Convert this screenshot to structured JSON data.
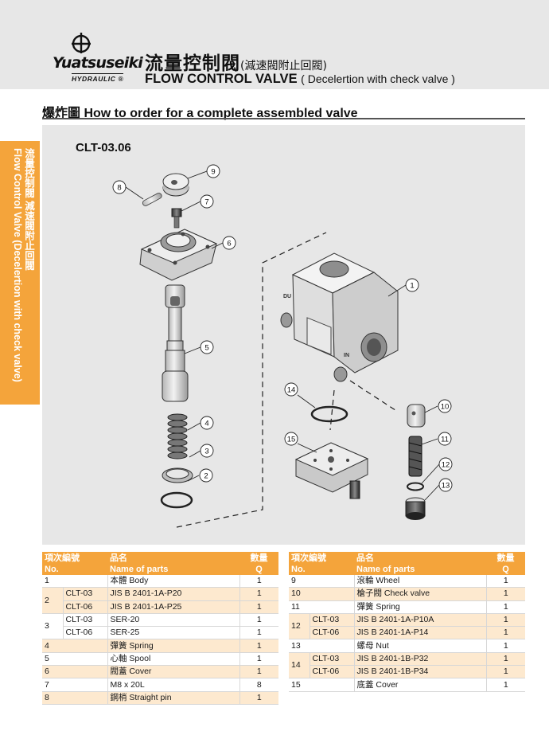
{
  "header": {
    "brand": "Yuatsuseiki",
    "brand_sub": "HYDRAULIC",
    "brand_mark": "®",
    "title_cn": "流量控制閥",
    "title_cn_sub": "(減速閥附止回閥)",
    "title_en": "FLOW CONTROL VALVE",
    "title_en_sub": "( Decelertion with check valve )"
  },
  "section_title": "爆炸圖  How to order for a complete assembled valve",
  "side_tab": {
    "cn": "流量控制閥  減速閥附止回閥",
    "en": "Flow Control Valve (Decelertion with check valve)"
  },
  "diagram": {
    "model": "CLT-03.06",
    "callouts": [
      "1",
      "2",
      "3",
      "4",
      "5",
      "6",
      "7",
      "8",
      "9",
      "10",
      "11",
      "12",
      "13",
      "14",
      "15"
    ],
    "body_marks": [
      "DU",
      "IN"
    ]
  },
  "table_header": {
    "no_cn": "項次編號",
    "no_en": "No.",
    "name_cn": "品名",
    "name_en": "Name of parts",
    "q_cn": "數量",
    "q_en": "Q"
  },
  "left_rows": [
    {
      "no": "1",
      "sub": "",
      "name": "本體 Body",
      "q": "1",
      "hl": false
    },
    {
      "no": "2",
      "sub": "CLT-03",
      "name": "JIS B 2401-1A-P20",
      "q": "1",
      "hl": true
    },
    {
      "no": "",
      "sub": "CLT-06",
      "name": "JIS B 2401-1A-P25",
      "q": "1",
      "hl": true
    },
    {
      "no": "3",
      "sub": "CLT-03",
      "name": "SER-20",
      "q": "1",
      "hl": false
    },
    {
      "no": "",
      "sub": "CLT-06",
      "name": "SER-25",
      "q": "1",
      "hl": false
    },
    {
      "no": "4",
      "sub": "",
      "name": "彈簧 Spring",
      "q": "1",
      "hl": true
    },
    {
      "no": "5",
      "sub": "",
      "name": "心軸 Spool",
      "q": "1",
      "hl": false
    },
    {
      "no": "6",
      "sub": "",
      "name": "閥蓋 Cover",
      "q": "1",
      "hl": true
    },
    {
      "no": "7",
      "sub": "",
      "name": "M8 x 20L",
      "q": "8",
      "hl": false
    },
    {
      "no": "8",
      "sub": "",
      "name": "鋼梢 Straight pin",
      "q": "1",
      "hl": true
    }
  ],
  "right_rows": [
    {
      "no": "9",
      "sub": "",
      "name": "滾輪 Wheel",
      "q": "1",
      "hl": false
    },
    {
      "no": "10",
      "sub": "",
      "name": "槍子閥 Check valve",
      "q": "1",
      "hl": true
    },
    {
      "no": "11",
      "sub": "",
      "name": "彈簧 Spring",
      "q": "1",
      "hl": false
    },
    {
      "no": "12",
      "sub": "CLT-03",
      "name": "JIS B 2401-1A-P10A",
      "q": "1",
      "hl": true
    },
    {
      "no": "",
      "sub": "CLT-06",
      "name": "JIS B 2401-1A-P14",
      "q": "1",
      "hl": true
    },
    {
      "no": "13",
      "sub": "",
      "name": "螺母 Nut",
      "q": "1",
      "hl": false
    },
    {
      "no": "14",
      "sub": "CLT-03",
      "name": "JIS B 2401-1B-P32",
      "q": "1",
      "hl": true
    },
    {
      "no": "",
      "sub": "CLT-06",
      "name": "JIS B 2401-1B-P34",
      "q": "1",
      "hl": true
    },
    {
      "no": "15",
      "sub": "",
      "name": "底蓋 Cover",
      "q": "1",
      "hl": false
    }
  ],
  "colors": {
    "accent": "#f4a43b",
    "accent_light": "#fde9cf",
    "panel": "#e7e7e7"
  }
}
